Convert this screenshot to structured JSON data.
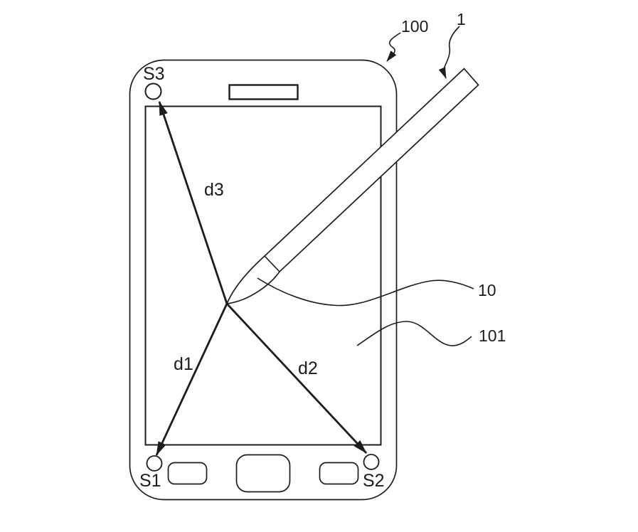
{
  "canvas": {
    "width": "897",
    "height": "748",
    "background": "#ffffff",
    "line_color": "#1c1c1c"
  },
  "labels": {
    "device_ref": "100",
    "stylus_ref": "1",
    "pen_tip_ref": "10",
    "touchscreen_ref": "101",
    "sensor_top_left": "S3",
    "sensor_bottom_left": "S1",
    "sensor_bottom_right": "S2",
    "distance_to_s1": "d1",
    "distance_to_s2": "d2",
    "distance_to_s3": "d3"
  }
}
